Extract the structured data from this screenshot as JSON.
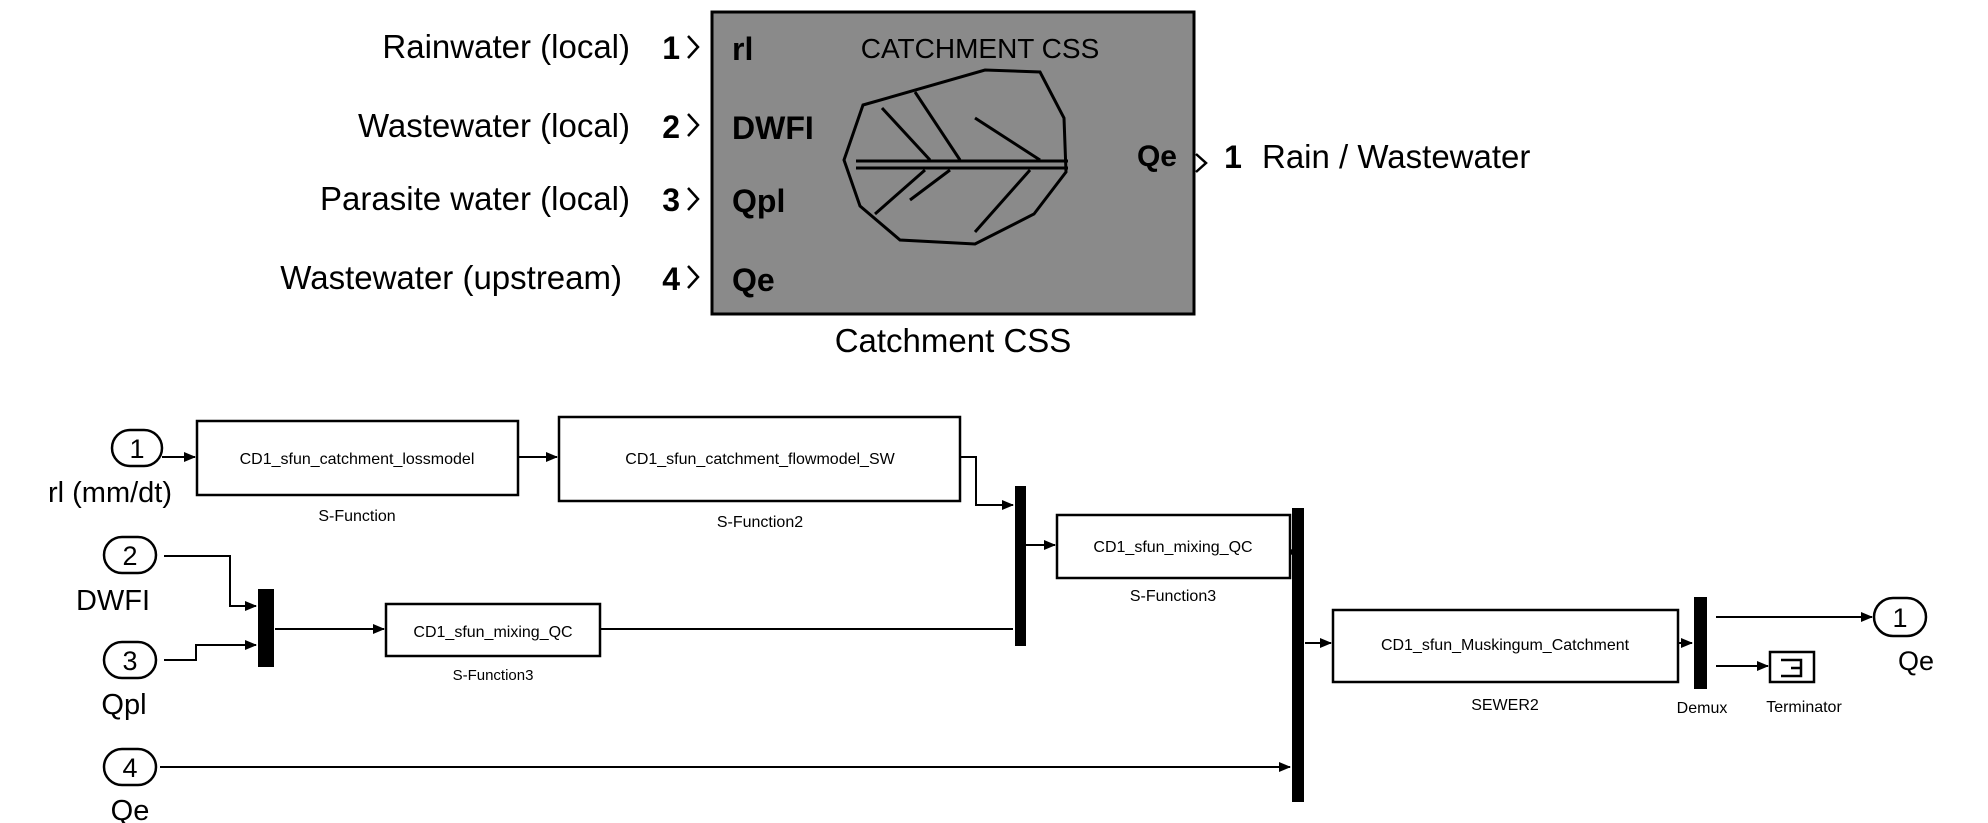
{
  "subsystem": {
    "title": "CATCHMENT CSS",
    "caption": "Catchment CSS",
    "inputs": [
      {
        "number": "1",
        "port": "rl",
        "description": "Rainwater (local)"
      },
      {
        "number": "2",
        "port": "DWFI",
        "description": "Wastewater (local)"
      },
      {
        "number": "3",
        "port": "Qpl",
        "description": "Parasite water (local)"
      },
      {
        "number": "4",
        "port": "Qe",
        "description": "Wastewater (upstream)"
      }
    ],
    "output": {
      "port": "Qe",
      "number": "1",
      "description": "Rain / Wastewater"
    }
  },
  "diagram": {
    "inports": [
      {
        "number": "1",
        "label": "rl (mm/dt)"
      },
      {
        "number": "2",
        "label": "DWFI"
      },
      {
        "number": "3",
        "label": "Qpl"
      },
      {
        "number": "4",
        "label": "Qe"
      }
    ],
    "outport": {
      "number": "1",
      "label": "Qe"
    },
    "blocks": {
      "lossmodel": {
        "text": "CD1_sfun_catchment_lossmodel",
        "caption": "S-Function"
      },
      "flowmodel": {
        "text": "CD1_sfun_catchment_flowmodel_SW",
        "caption": "S-Function2"
      },
      "mixing_a": {
        "text": "CD1_sfun_mixing_QC",
        "caption": "S-Function3"
      },
      "mixing_b": {
        "text": "CD1_sfun_mixing_QC",
        "caption": "S-Function3"
      },
      "muskingum": {
        "text": "CD1_sfun_Muskingum_Catchment",
        "caption": "SEWER2"
      },
      "demux": {
        "caption": "Demux"
      },
      "terminator": {
        "caption": "Terminator"
      }
    }
  }
}
